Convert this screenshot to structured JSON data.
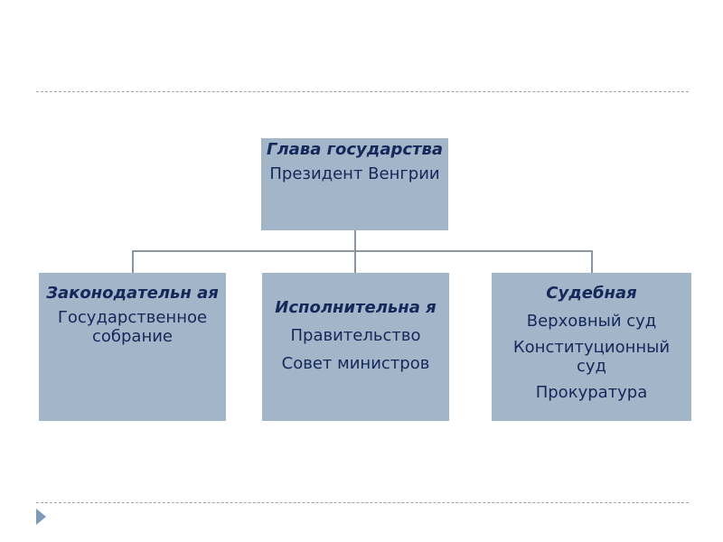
{
  "top": {
    "heading": "Глава государства",
    "lines": [
      "Президент Венгрии"
    ]
  },
  "branches": [
    {
      "heading": "Законодательн ая",
      "lines": [
        "Государственное собрание"
      ]
    },
    {
      "heading": "Исполнительна я",
      "lines": [
        "Правительство",
        "Совет министров"
      ]
    },
    {
      "heading": "Судебная",
      "lines": [
        "Верховный суд",
        "Конституционный суд",
        "Прокуратура"
      ]
    }
  ],
  "colors": {
    "box": "#a3b5c9",
    "text": "#14285a"
  }
}
